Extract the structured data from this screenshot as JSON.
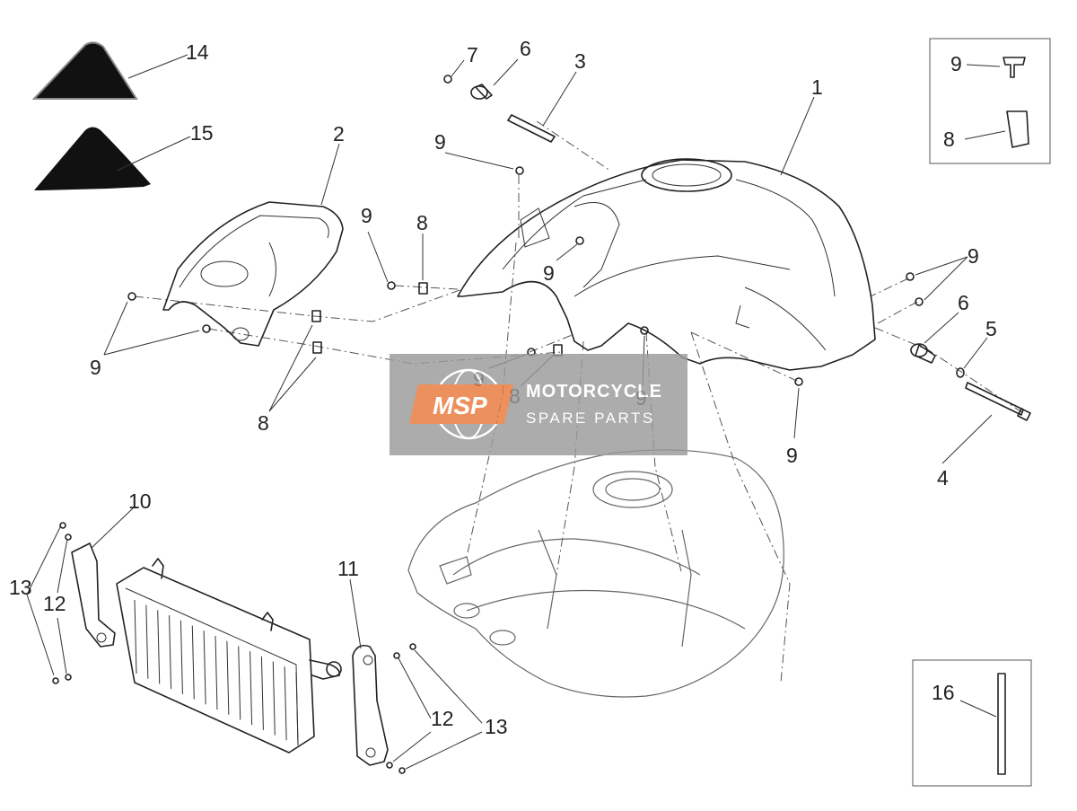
{
  "callouts": {
    "c1": "1",
    "c2": "2",
    "c3": "3",
    "c4": "4",
    "c5": "5",
    "c6a": "6",
    "c6b": "6",
    "c7": "7",
    "c8a": "8",
    "c8b": "8",
    "c8c": "8",
    "c8d": "8",
    "c9a": "9",
    "c9b": "9",
    "c9c": "9",
    "c9d": "9",
    "c9e": "9",
    "c9f": "9",
    "c9g": "9",
    "c9h": "9",
    "c9i": "9",
    "c10": "10",
    "c11": "11",
    "c12a": "12",
    "c12b": "12",
    "c13a": "13",
    "c13b": "13",
    "c14": "14",
    "c15": "15",
    "c16": "16"
  },
  "watermark": {
    "badge": "MSP",
    "line1": "MOTORCYCLE",
    "line2": "SPARE PARTS"
  },
  "colors": {
    "line": "#222222",
    "watermark_bg": "#9a9a9a",
    "watermark_badge": "#e8793a"
  }
}
